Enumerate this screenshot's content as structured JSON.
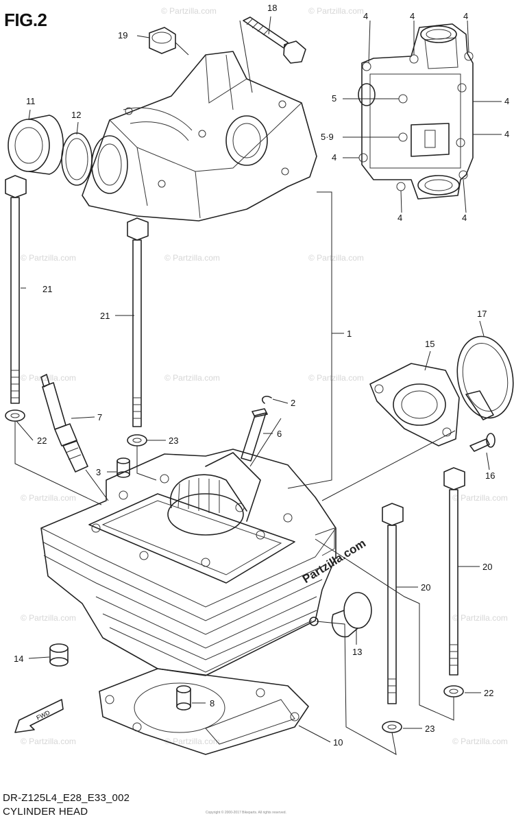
{
  "figure": {
    "title": "FIG.2",
    "model_code": "DR-Z125L4_E28_E33_002",
    "section_name": "CYLINDER HEAD",
    "brand_text": "Partzilla.com",
    "watermark_text": "© Partzilla.com",
    "fine_print": "Copyright © 2000-2017 Bikeparts. All rights reserved."
  },
  "callouts": [
    {
      "id": "1",
      "label": "1"
    },
    {
      "id": "2",
      "label": "2"
    },
    {
      "id": "3",
      "label": "3"
    },
    {
      "id": "4",
      "label": "4"
    },
    {
      "id": "5",
      "label": "5"
    },
    {
      "id": "5-9",
      "label": "5·9"
    },
    {
      "id": "6",
      "label": "6"
    },
    {
      "id": "7",
      "label": "7"
    },
    {
      "id": "8",
      "label": "8"
    },
    {
      "id": "10",
      "label": "10"
    },
    {
      "id": "11",
      "label": "11"
    },
    {
      "id": "12",
      "label": "12"
    },
    {
      "id": "13",
      "label": "13"
    },
    {
      "id": "14",
      "label": "14"
    },
    {
      "id": "15",
      "label": "15"
    },
    {
      "id": "16",
      "label": "16"
    },
    {
      "id": "17",
      "label": "17"
    },
    {
      "id": "18",
      "label": "18"
    },
    {
      "id": "19",
      "label": "19"
    },
    {
      "id": "20",
      "label": "20"
    },
    {
      "id": "21",
      "label": "21"
    },
    {
      "id": "22",
      "label": "22"
    },
    {
      "id": "23",
      "label": "23"
    }
  ]
}
